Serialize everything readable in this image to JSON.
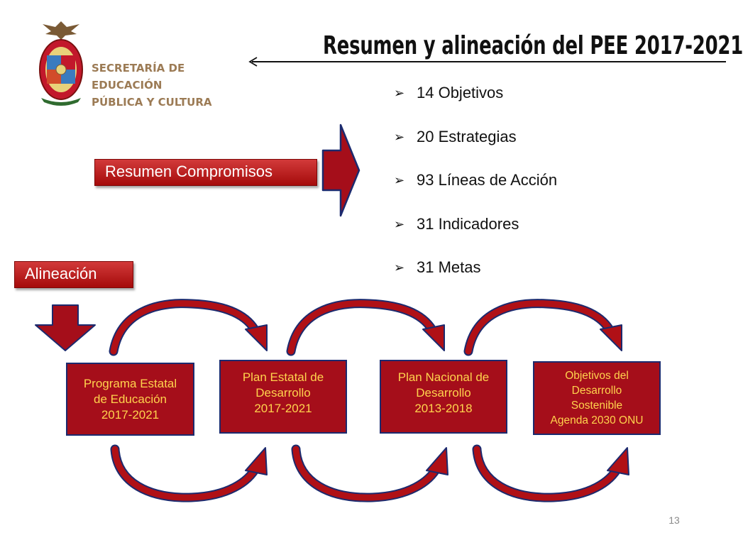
{
  "header": {
    "title": "Resumen y alineación del PEE 2017-2021",
    "org_lines": [
      "SECRETARÍA DE",
      "EDUCACIÓN",
      "PÚBLICA Y CULTURA"
    ]
  },
  "logo": {
    "icon": "sinaloa-coat-of-arms-icon"
  },
  "summary_button": {
    "label": "Resumen Compromisos"
  },
  "summary_items": [
    {
      "text": "14 Objetivos"
    },
    {
      "text": "20 Estrategias"
    },
    {
      "text": "93 Líneas de Acción"
    },
    {
      "text": "31 Indicadores"
    },
    {
      "text": "31 Metas"
    }
  ],
  "bullet_glyph": "➢",
  "alignment_button": {
    "label": "Alineación"
  },
  "flow_boxes": [
    {
      "lines": [
        "Programa Estatal",
        "de Educación",
        "2017-2021"
      ]
    },
    {
      "lines": [
        "Plan Estatal de",
        "Desarrollo",
        "2017-2021"
      ]
    },
    {
      "lines": [
        "Plan Nacional de",
        "Desarrollo",
        "2013-2018"
      ]
    },
    {
      "lines": [
        "Objetivos del",
        "Desarrollo",
        "Sostenible",
        "Agenda 2030 ONU"
      ]
    }
  ],
  "page_number": "13",
  "colors": {
    "accent_red": "#a50e1a",
    "arrow_red": "#b01016",
    "arrow_outline": "#1c2a6e",
    "box_text": "#ffd34d",
    "org_text": "#9c7b55"
  }
}
